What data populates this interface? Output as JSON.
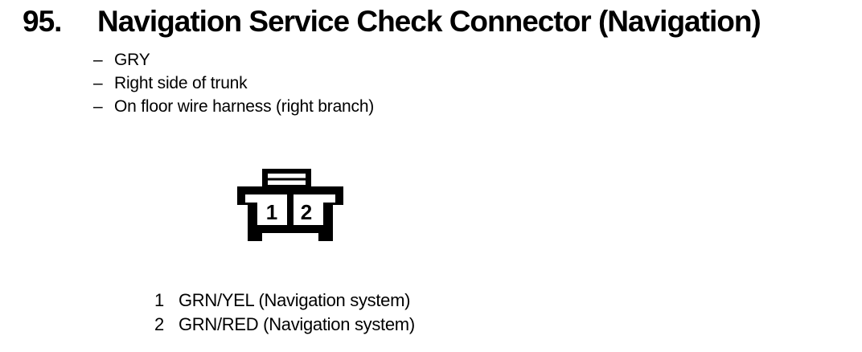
{
  "section": {
    "number": "95.",
    "title": "Navigation Service Check Connector (Navigation)"
  },
  "details": {
    "marker": "–",
    "items": [
      "GRY",
      "Right side of trunk",
      "On floor wire harness (right branch)"
    ]
  },
  "connector": {
    "cavities": [
      "1",
      "2"
    ]
  },
  "pinout": [
    {
      "pin": "1",
      "wire": "GRN/YEL (Navigation system)"
    },
    {
      "pin": "2",
      "wire": "GRN/RED (Navigation system)"
    }
  ],
  "colors": {
    "ink": "#000000",
    "paper": "#ffffff"
  }
}
